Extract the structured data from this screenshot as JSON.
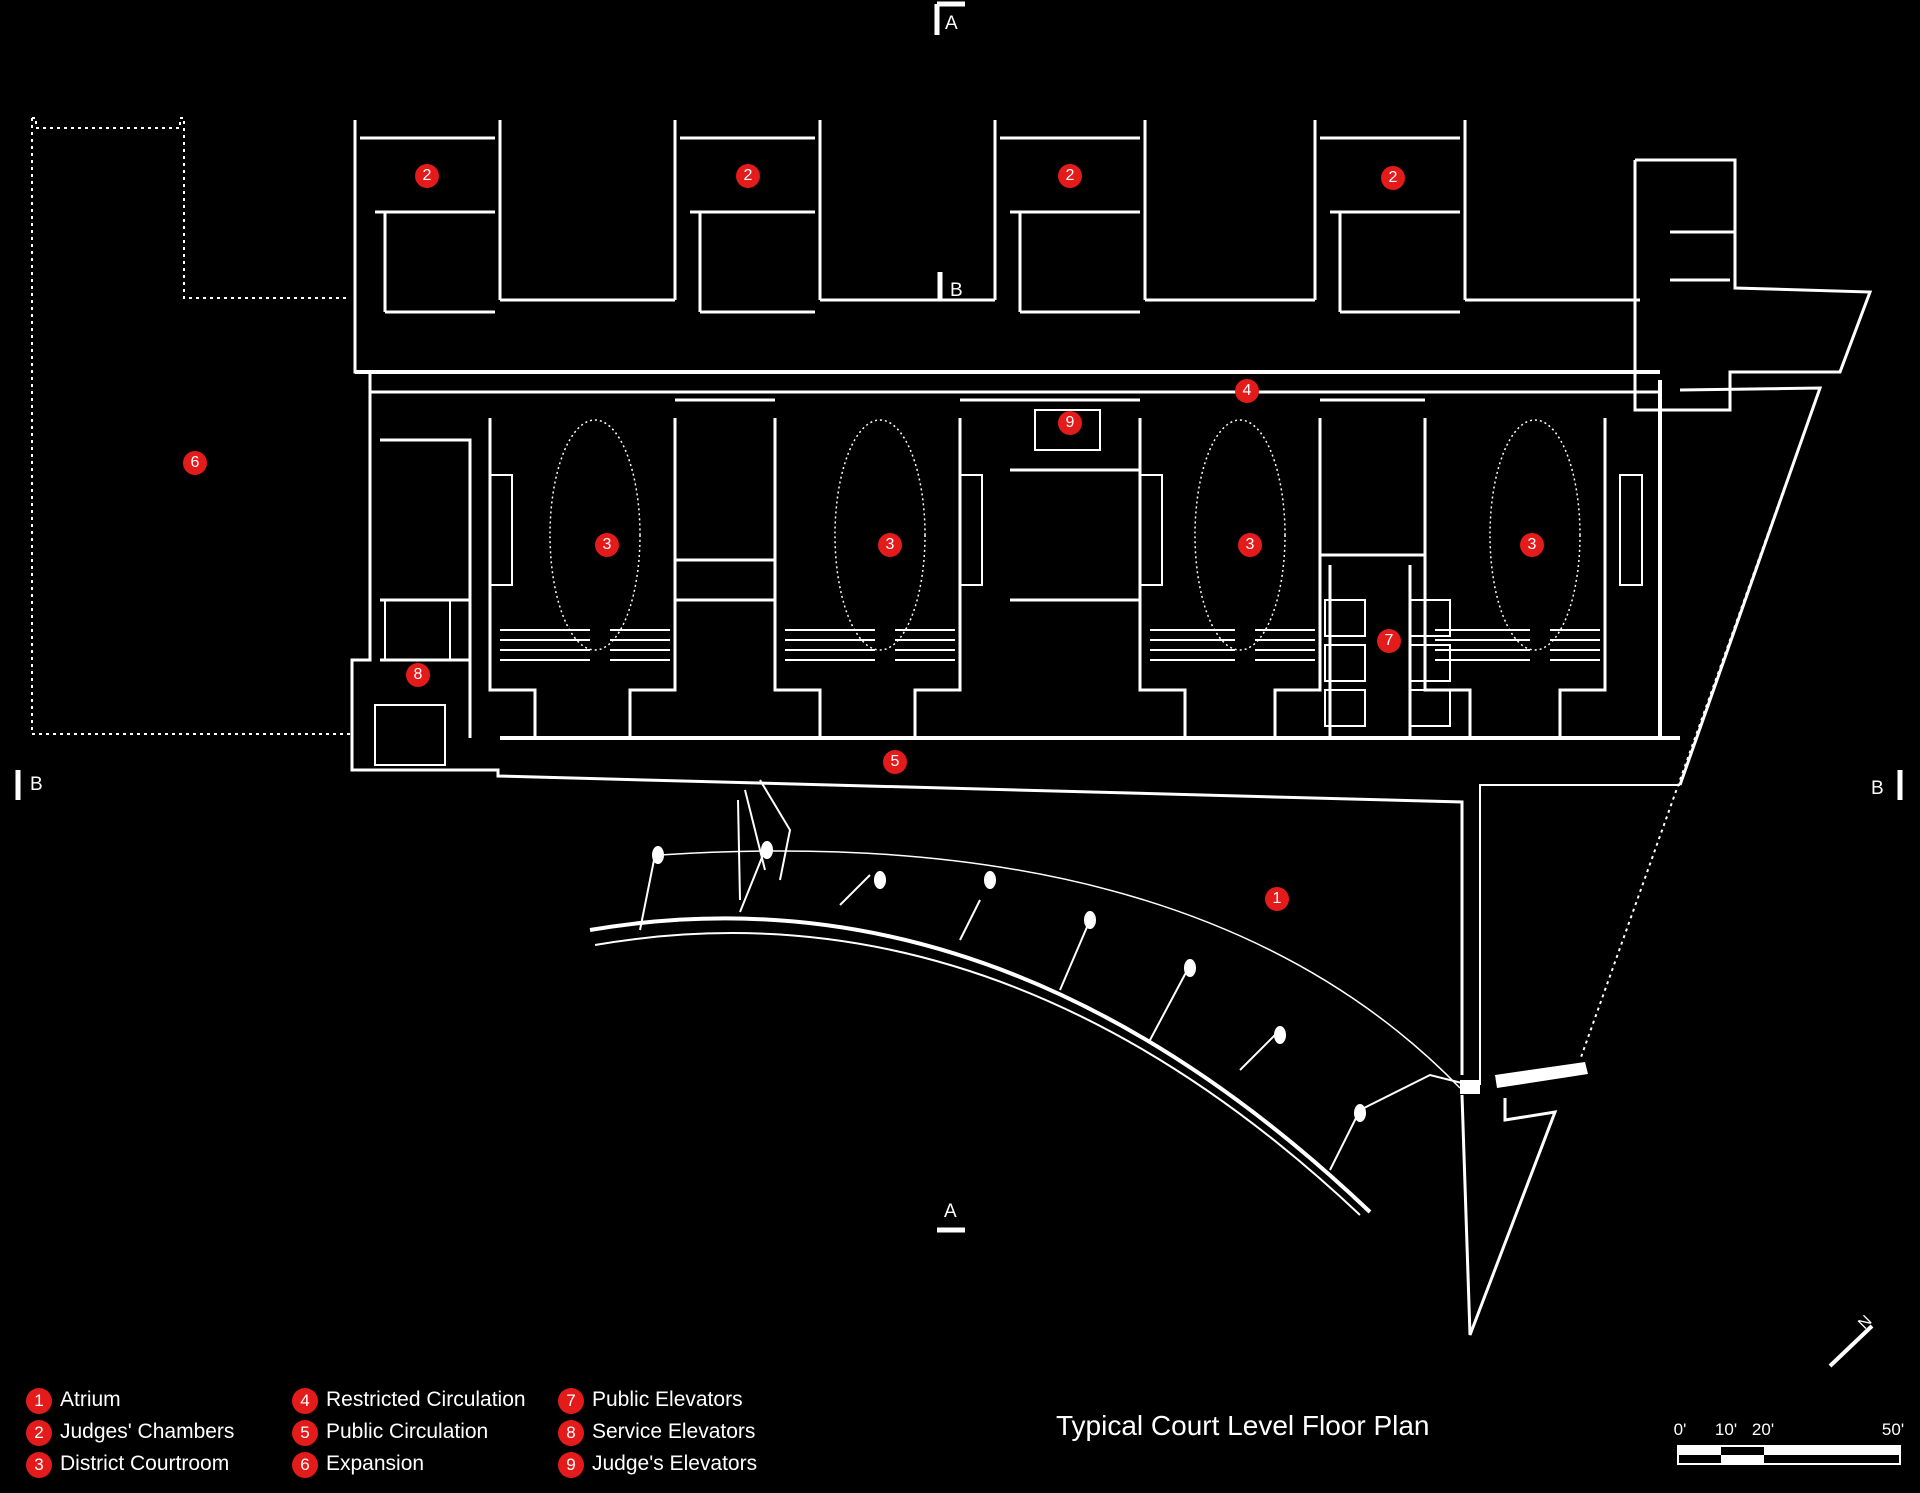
{
  "title": "Typical Court Level Floor Plan",
  "markers": [
    {
      "num": "1",
      "room": "Atrium"
    },
    {
      "num": "2",
      "room": "Judges' Chambers"
    },
    {
      "num": "3",
      "room": "District Courtroom"
    },
    {
      "num": "4",
      "room": "Restricted Circulation"
    },
    {
      "num": "5",
      "room": "Public Circulation"
    },
    {
      "num": "6",
      "room": "Expansion"
    },
    {
      "num": "7",
      "room": "Public Elevators"
    },
    {
      "num": "8",
      "room": "Service Elevators"
    },
    {
      "num": "9",
      "room": "Judge's Elevators"
    }
  ],
  "legend": [
    {
      "num": "1",
      "label": "Atrium"
    },
    {
      "num": "2",
      "label": "Judges' Chambers"
    },
    {
      "num": "3",
      "label": "District Courtroom"
    },
    {
      "num": "4",
      "label": "Restricted Circulation"
    },
    {
      "num": "5",
      "label": "Public Circulation"
    },
    {
      "num": "6",
      "label": "Expansion"
    },
    {
      "num": "7",
      "label": "Public Elevators"
    },
    {
      "num": "8",
      "label": "Service Elevators"
    },
    {
      "num": "9",
      "label": "Judge's Elevators"
    }
  ],
  "section_labels": {
    "a": "A",
    "b": "B"
  },
  "scale": {
    "labels": [
      "0'",
      "10'",
      "20'",
      "50'"
    ]
  },
  "north_label": "N",
  "colors": {
    "background": "#000000",
    "lines": "#ffffff",
    "marker": "#e41b1b"
  }
}
